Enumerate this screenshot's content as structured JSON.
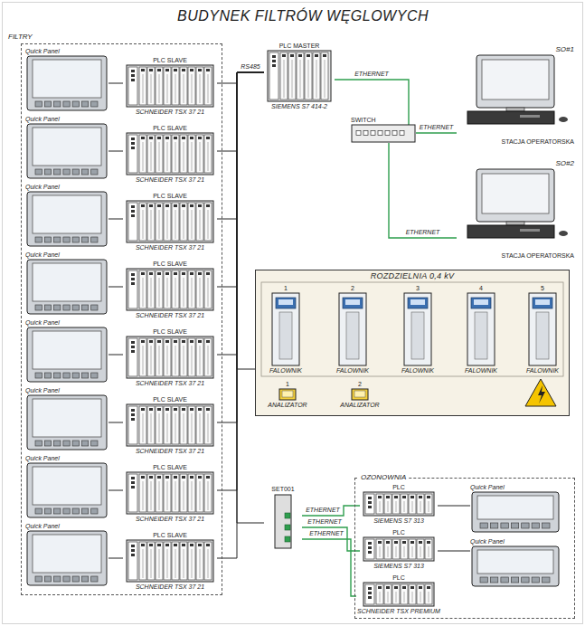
{
  "diagram": {
    "title": "BUDYNEK FILTRÓW WĘGLOWYCH",
    "nodes": [
      {
        "text": [
          "FILTRY"
        ]
      },
      {
        "text": [
          "Quick Panel"
        ],
        "in": 0
      },
      {
        "text": [
          "PLC SLAVE",
          "SCHNEIDER TSX 37 21"
        ],
        "in": 0
      },
      {
        "text": [
          "Quick Panel"
        ],
        "in": 0
      },
      {
        "text": [
          "PLC SLAVE",
          "SCHNEIDER TSX 37 21"
        ],
        "in": 0
      },
      {
        "text": [
          "Quick Panel"
        ],
        "in": 0
      },
      {
        "text": [
          "PLC SLAVE",
          "SCHNEIDER TSX 37 21"
        ],
        "in": 0
      },
      {
        "text": [
          "Quick Panel"
        ],
        "in": 0
      },
      {
        "text": [
          "PLC SLAVE",
          "SCHNEIDER TSX 37 21"
        ],
        "in": 0
      },
      {
        "text": [
          "Quick Panel"
        ],
        "in": 0
      },
      {
        "text": [
          "PLC SLAVE",
          "SCHNEIDER TSX 37 21"
        ],
        "in": 0
      },
      {
        "text": [
          "Quick Panel"
        ],
        "in": 0
      },
      {
        "text": [
          "PLC SLAVE",
          "SCHNEIDER TSX 37 21"
        ],
        "in": 0
      },
      {
        "text": [
          "Quick Panel"
        ],
        "in": 0
      },
      {
        "text": [
          "PLC SLAVE",
          "SCHNEIDER TSX 37 21"
        ],
        "in": 0
      },
      {
        "text": [
          "Quick Panel"
        ],
        "in": 0
      },
      {
        "text": [
          "PLC SLAVE",
          "SCHNEIDER TSX 37 21"
        ],
        "in": 0
      },
      {
        "text": [
          "PLC MASTER",
          "SIEMENS S7 414-2"
        ]
      },
      {
        "text": [
          "SWITCH"
        ]
      },
      {
        "text": [
          "SO#1",
          "STACJA OPERATORSKA"
        ]
      },
      {
        "text": [
          "SO#2",
          "STACJA OPERATORSKA"
        ]
      },
      {
        "text": [
          "ROZDZIELNIA 0,4 kV"
        ]
      },
      {
        "text": [
          "1",
          "FALOWNIK"
        ],
        "in": 21
      },
      {
        "text": [
          "2",
          "FALOWNIK"
        ],
        "in": 21
      },
      {
        "text": [
          "3",
          "FALOWNIK"
        ],
        "in": 21
      },
      {
        "text": [
          "4",
          "FALOWNIK"
        ],
        "in": 21
      },
      {
        "text": [
          "5",
          "FALOWNIK"
        ],
        "in": 21
      },
      {
        "text": [
          "1",
          "ANALIZATOR"
        ],
        "in": 21
      },
      {
        "text": [
          "2",
          "ANALIZATOR"
        ],
        "in": 21
      },
      {
        "text": [
          "SET001"
        ]
      },
      {
        "text": [
          "OZONOWNIA"
        ]
      },
      {
        "text": [
          "PLC",
          "SIEMENS S7 313"
        ],
        "in": 30
      },
      {
        "text": [
          "Quick Panel"
        ],
        "in": 30
      },
      {
        "text": [
          "PLC",
          "SIEMENS S7 313"
        ],
        "in": 30
      },
      {
        "text": [
          "Quick Panel"
        ],
        "in": 30
      },
      {
        "text": [
          "PLC",
          "SCHNEIDER TSX PREMIUM"
        ],
        "in": 30
      }
    ],
    "edges": [
      {
        "from": 1,
        "to": 2,
        "arrow": "none"
      },
      {
        "from": 3,
        "to": 4,
        "arrow": "none"
      },
      {
        "from": 5,
        "to": 6,
        "arrow": "none"
      },
      {
        "from": 7,
        "to": 8,
        "arrow": "none"
      },
      {
        "from": 9,
        "to": 10,
        "arrow": "none"
      },
      {
        "from": 11,
        "to": 12,
        "arrow": "none"
      },
      {
        "from": 13,
        "to": 14,
        "arrow": "none"
      },
      {
        "from": 15,
        "to": 16,
        "arrow": "none"
      },
      {
        "from": 2,
        "to": 17,
        "label": "RS485",
        "arrow": "none"
      },
      {
        "from": 4,
        "to": 17,
        "arrow": "none"
      },
      {
        "from": 6,
        "to": 17,
        "arrow": "none"
      },
      {
        "from": 8,
        "to": 17,
        "arrow": "none"
      },
      {
        "from": 10,
        "to": 17,
        "arrow": "none"
      },
      {
        "from": 12,
        "to": 17,
        "arrow": "none"
      },
      {
        "from": 14,
        "to": 17,
        "arrow": "none"
      },
      {
        "from": 16,
        "to": 17,
        "arrow": "none"
      },
      {
        "from": 21,
        "to": 17,
        "arrow": "none"
      },
      {
        "from": 29,
        "to": 17,
        "arrow": "none"
      },
      {
        "from": 17,
        "to": 18,
        "label": "ETHERNET",
        "arrow": "none"
      },
      {
        "from": 18,
        "to": 19,
        "label": "ETHERNET",
        "arrow": "none"
      },
      {
        "from": 18,
        "to": 20,
        "label": "ETHERNET",
        "arrow": "none"
      },
      {
        "from": 29,
        "to": 31,
        "label": "ETHERNET",
        "arrow": "none"
      },
      {
        "from": 29,
        "to": 33,
        "label": "ETHERNET",
        "arrow": "none"
      },
      {
        "from": 29,
        "to": 35,
        "label": "ETHERNET",
        "arrow": "none"
      },
      {
        "from": 31,
        "to": 32,
        "arrow": "none"
      },
      {
        "from": 33,
        "to": 34,
        "arrow": "none"
      }
    ]
  }
}
